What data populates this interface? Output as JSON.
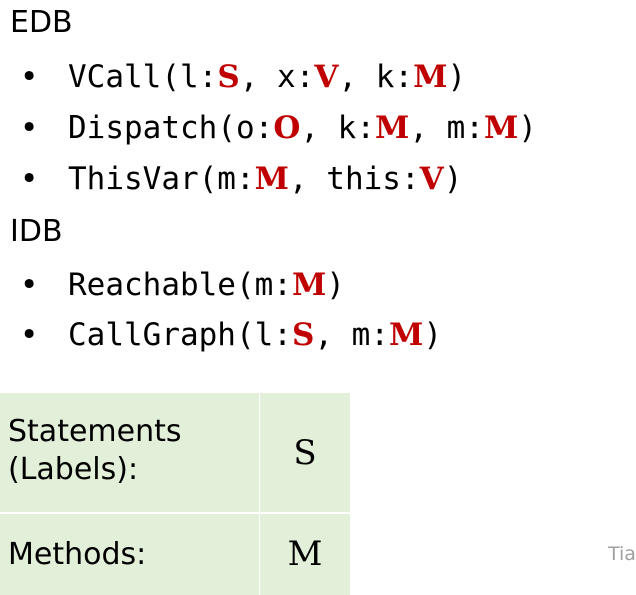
{
  "edb": {
    "heading": "EDB",
    "items": [
      {
        "pre": "VCall(l:",
        "t1": "S",
        "mid1": ", x:",
        "t2": "V",
        "mid2": ", k:",
        "t3": "M",
        "end": ")"
      },
      {
        "pre": "Dispatch(o:",
        "t1": "O",
        "mid1": ", k:",
        "t2": "M",
        "mid2": ", m:",
        "t3": "M",
        "end": ")"
      },
      {
        "pre": "ThisVar(m:",
        "t1": "M",
        "mid1": ", this:",
        "t2": "V",
        "end": ")"
      }
    ]
  },
  "idb": {
    "heading": "IDB",
    "items": [
      {
        "pre": "Reachable(m:",
        "t1": "M",
        "end": ")"
      },
      {
        "pre": "CallGraph(l:",
        "t1": "S",
        "mid1": ", m:",
        "t2": "M",
        "end": ")"
      }
    ]
  },
  "bullet": "•",
  "legend": {
    "rows": [
      {
        "label_line1": "Statements",
        "label_line2": "(Labels):",
        "symbol": "S"
      },
      {
        "label": "Methods:",
        "symbol": "M"
      }
    ]
  },
  "footer_text": "Tia",
  "colors": {
    "type_symbol": "#C00000",
    "table_background": "#E2EFD9",
    "footer_text": "#A0A0A0"
  }
}
